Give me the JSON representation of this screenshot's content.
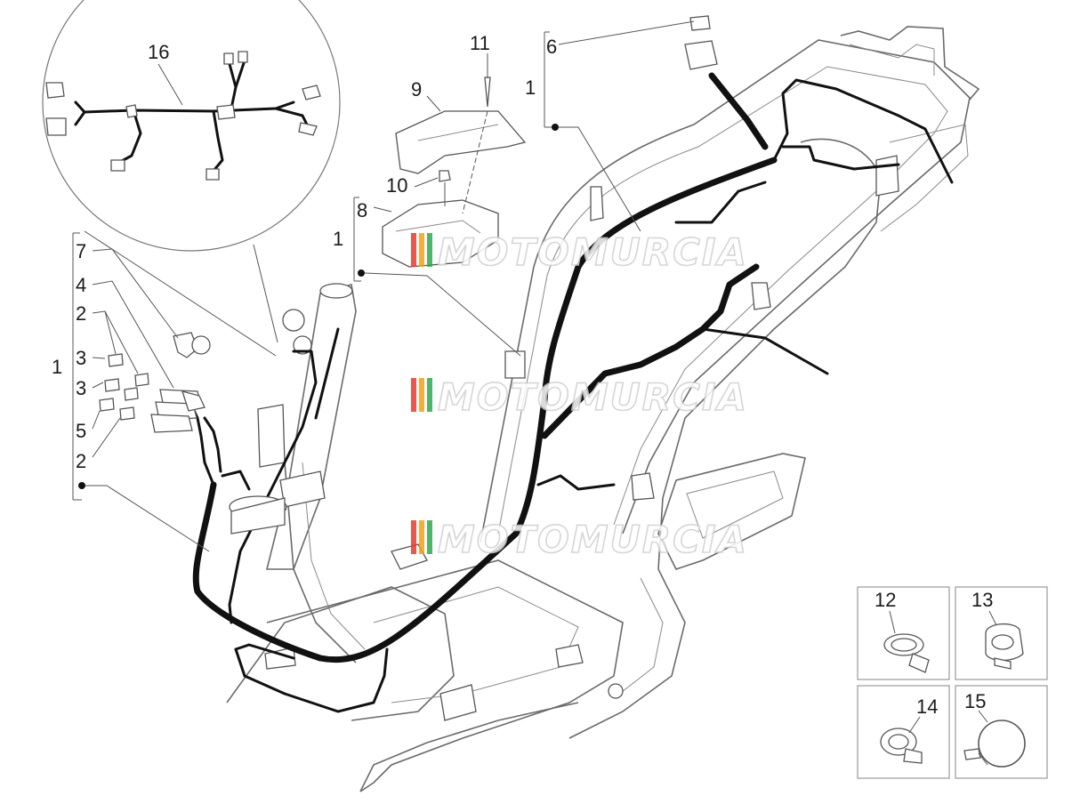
{
  "labels": {
    "callout_16": "16",
    "callout_11": "11",
    "callout_9": "9",
    "callout_10": "10",
    "callout_8": "8",
    "callout_1_upper": "1",
    "callout_6": "6",
    "callout_1_right": "1",
    "callout_7": "7",
    "callout_4": "4",
    "callout_2_top": "2",
    "callout_3_top": "3",
    "callout_3_mid": "3",
    "callout_5": "5",
    "callout_2_bottom": "2",
    "callout_1_left": "1",
    "callout_12": "12",
    "callout_13": "13",
    "callout_14": "14",
    "callout_15": "15"
  },
  "watermark": {
    "text": "MOTOMURCIA",
    "stripe_colors": [
      "#e63a2e",
      "#f2a21c",
      "#33a852"
    ]
  }
}
